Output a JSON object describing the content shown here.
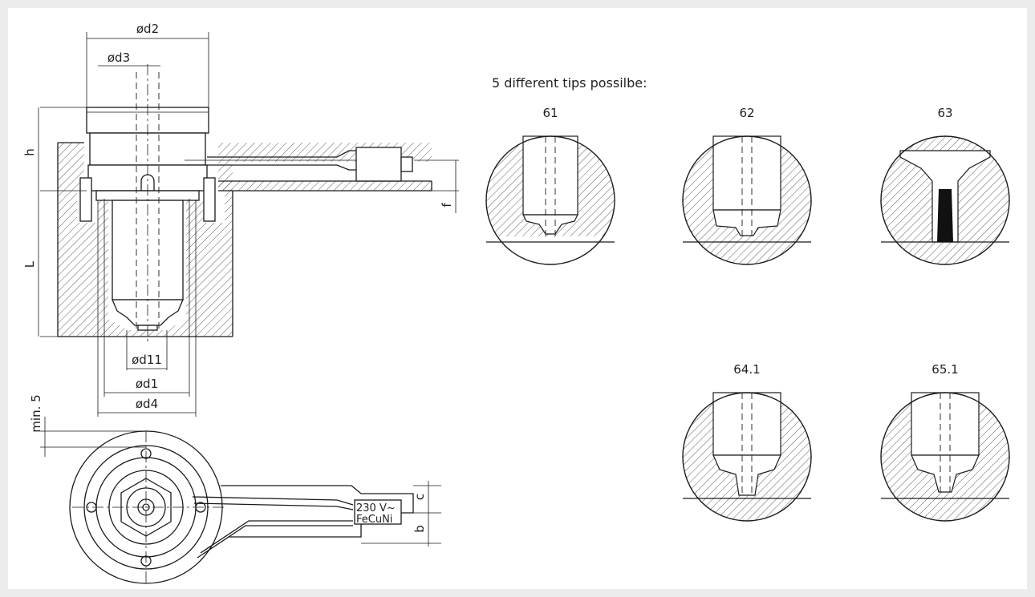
{
  "diagram": {
    "title": "5  different tips possilbe:",
    "dimensions": {
      "d2": "ød2",
      "d3": "ød3",
      "d11": "ød11",
      "d1": "ød1",
      "d4": "ød4",
      "h": "h",
      "L": "L",
      "f": "f",
      "min5": "min. 5",
      "c": "c",
      "b": "b"
    },
    "cable_label": {
      "voltage": "230 V~",
      "material": "FeCuNi"
    },
    "tips": [
      {
        "label": "61"
      },
      {
        "label": "62"
      },
      {
        "label": "63"
      },
      {
        "label": "64.1"
      },
      {
        "label": "65.1"
      }
    ],
    "colors": {
      "background": "#ececec",
      "sheet": "#ffffff",
      "line": "#1a1a1a"
    }
  }
}
